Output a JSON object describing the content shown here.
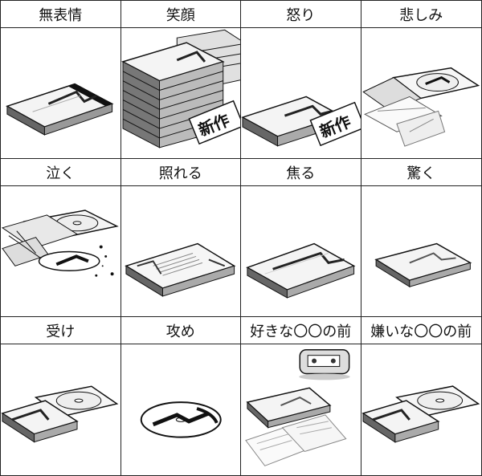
{
  "panels": [
    {
      "label": "無表情",
      "art": "single-cd-case"
    },
    {
      "label": "笑顔",
      "art": "stacked-cd-cases",
      "sign": "新作"
    },
    {
      "label": "怒り",
      "art": "cd-case-with-sign",
      "sign": "新作"
    },
    {
      "label": "悲しみ",
      "art": "open-cd-case-broken"
    },
    {
      "label": "泣く",
      "art": "shattered-cd-case"
    },
    {
      "label": "照れる",
      "art": "cd-case-booklet"
    },
    {
      "label": "焦る",
      "art": "single-cd-case"
    },
    {
      "label": "驚く",
      "art": "cd-case-flat"
    },
    {
      "label": "受け",
      "art": "open-cd-case"
    },
    {
      "label": "攻め",
      "art": "cd-disc"
    },
    {
      "label": "好きな〇〇の前",
      "art": "cd-case-with-player"
    },
    {
      "label": "嫌いな〇〇の前",
      "art": "open-cd-case"
    }
  ]
}
